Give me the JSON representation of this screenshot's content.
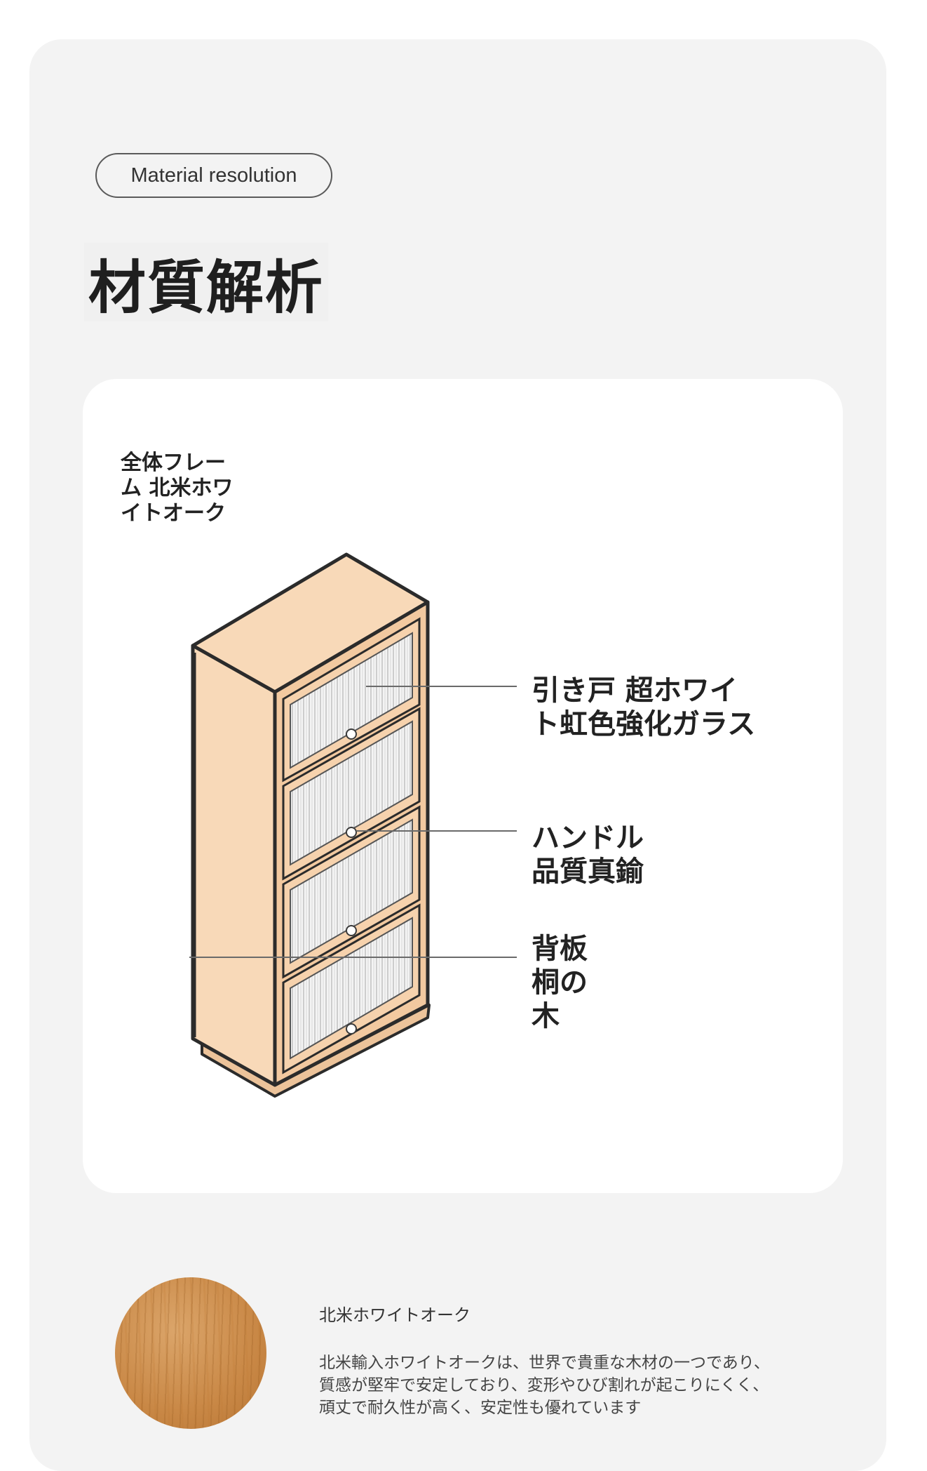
{
  "header": {
    "section_label": "Material resolution",
    "title": "材質解析"
  },
  "diagram": {
    "frame_label": "全体フレー\nム 北米ホワ\nイトオーク",
    "glass_label": "引き戸 超ホワイ\nト虹色強化ガラス",
    "handle_label": "ハンドル\n品質真鍮",
    "back_panel_label": "背板\n桐の\n木"
  },
  "material": {
    "swatch_icon": "wood-grain-swatch",
    "name": "北米ホワイトオーク",
    "description": "北米輸入ホワイトオークは、世界で貴重な木材の一つであり、質感が堅牢で安定しており、変形やひび割れが起こりにくく、頑丈で耐久性が高く、安定性も優れています"
  },
  "colors": {
    "wood": "#f8d9b8",
    "wood_shade": "#f2c9a0",
    "outline": "#2b2b2b",
    "page_background": "#f3f3f3"
  }
}
